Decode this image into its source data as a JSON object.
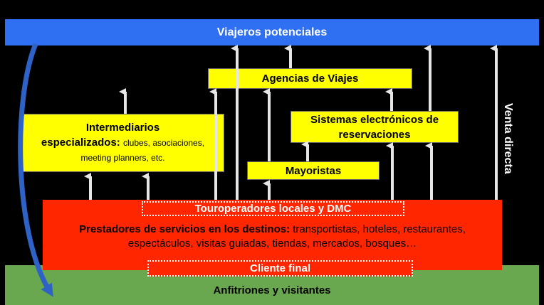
{
  "colors": {
    "background": "#000000",
    "top_bar": "#2f6ff1",
    "yellow_boxes": "#ffff00",
    "providers": "#ff2600",
    "bottom_bar": "#6aa84f",
    "arrows": "#e6e6e6",
    "curved_arrow": "#2e62c7"
  },
  "top_bar": {
    "label": "Viajeros potenciales"
  },
  "agencias": {
    "label": "Agencias de Viajes"
  },
  "sistemas": {
    "line1": "Sistemas electrónicos de",
    "line2": "reservaciones"
  },
  "mayoristas": {
    "label": "Mayoristas"
  },
  "intermediarios": {
    "line1": "Intermediarios",
    "line2_bold": "especializados:",
    "line2_rest": "clubes, asociaciones,",
    "line3": "meeting planners, etc."
  },
  "touroperadores": {
    "label": "Touroperadores locales y DMC"
  },
  "prestadores": {
    "bold": "Prestadores de servicios en los destinos:",
    "rest1": "transportistas, hoteles, restaurantes,",
    "line2": "espectáculos, visitas guiadas, tiendas, mercados,  bosques…"
  },
  "cliente": {
    "label": "Cliente final"
  },
  "anfitriones": {
    "label": "Anfitriones y visitantes"
  },
  "venta": {
    "label": "Venta directa"
  },
  "arrow_icon": "up-arrow-icon"
}
